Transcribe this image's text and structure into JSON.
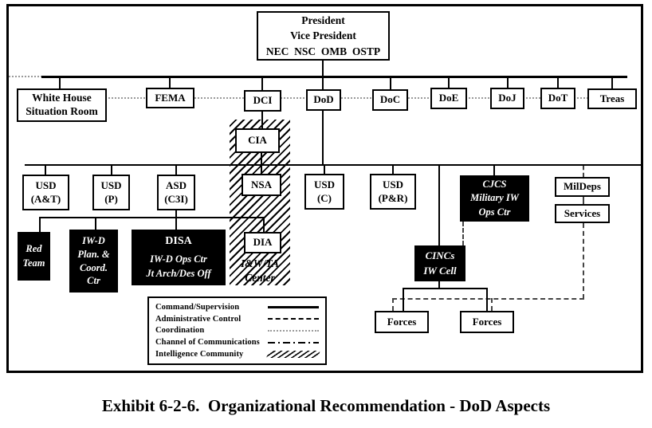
{
  "title": "Exhibit 6-2-6.  Organizational Recommendation - DoD Aspects",
  "nodes": {
    "president": "President\nVice President\nNEC  NSC  OMB  OSTP",
    "white_house": "White House\nSituation Room",
    "fema": "FEMA",
    "dci": "DCI",
    "dod": "DoD",
    "doc": "DoC",
    "doe": "DoE",
    "doj": "DoJ",
    "dot": "DoT",
    "treas": "Treas",
    "cia": "CIA",
    "nsa": "NSA",
    "dia": "DIA",
    "iwta_center": "I&W/TA\nCenter",
    "usd_at": "USD\n(A&T)",
    "usd_p": "USD\n(P)",
    "asd_c3i": "ASD\n(C3I)",
    "usd_c": "USD\n(C)",
    "usd_pr": "USD\n(P&R)",
    "cjcs": "CJCS\nMilitary IW\nOps Ctr",
    "mildeps": "MilDeps",
    "services": "Services",
    "red_team": "Red\nTeam",
    "iwd_ctr": "IW-D\nPlan. &\nCoord.\nCtr",
    "disa_title": "DISA",
    "disa_sub": "IW-D Ops Ctr\nJt Arch/Des Off",
    "cincs": "CINCs\nIW Cell",
    "forces_left": "Forces",
    "forces_right": "Forces"
  },
  "legend": {
    "items": [
      {
        "label": "Command/Supervision",
        "style": "solid"
      },
      {
        "label": "Administrative Control",
        "style": "dashed"
      },
      {
        "label": "Coordination",
        "style": "dotted"
      },
      {
        "label": "Channel of Communications",
        "style": "dashdot"
      },
      {
        "label": "Intelligence Community",
        "style": "hatch"
      }
    ]
  },
  "colors": {
    "line": "#000000",
    "dotted_line": "#9a9a9a",
    "black_box_fill": "#000000",
    "black_box_text": "#ffffff",
    "background": "#ffffff"
  }
}
